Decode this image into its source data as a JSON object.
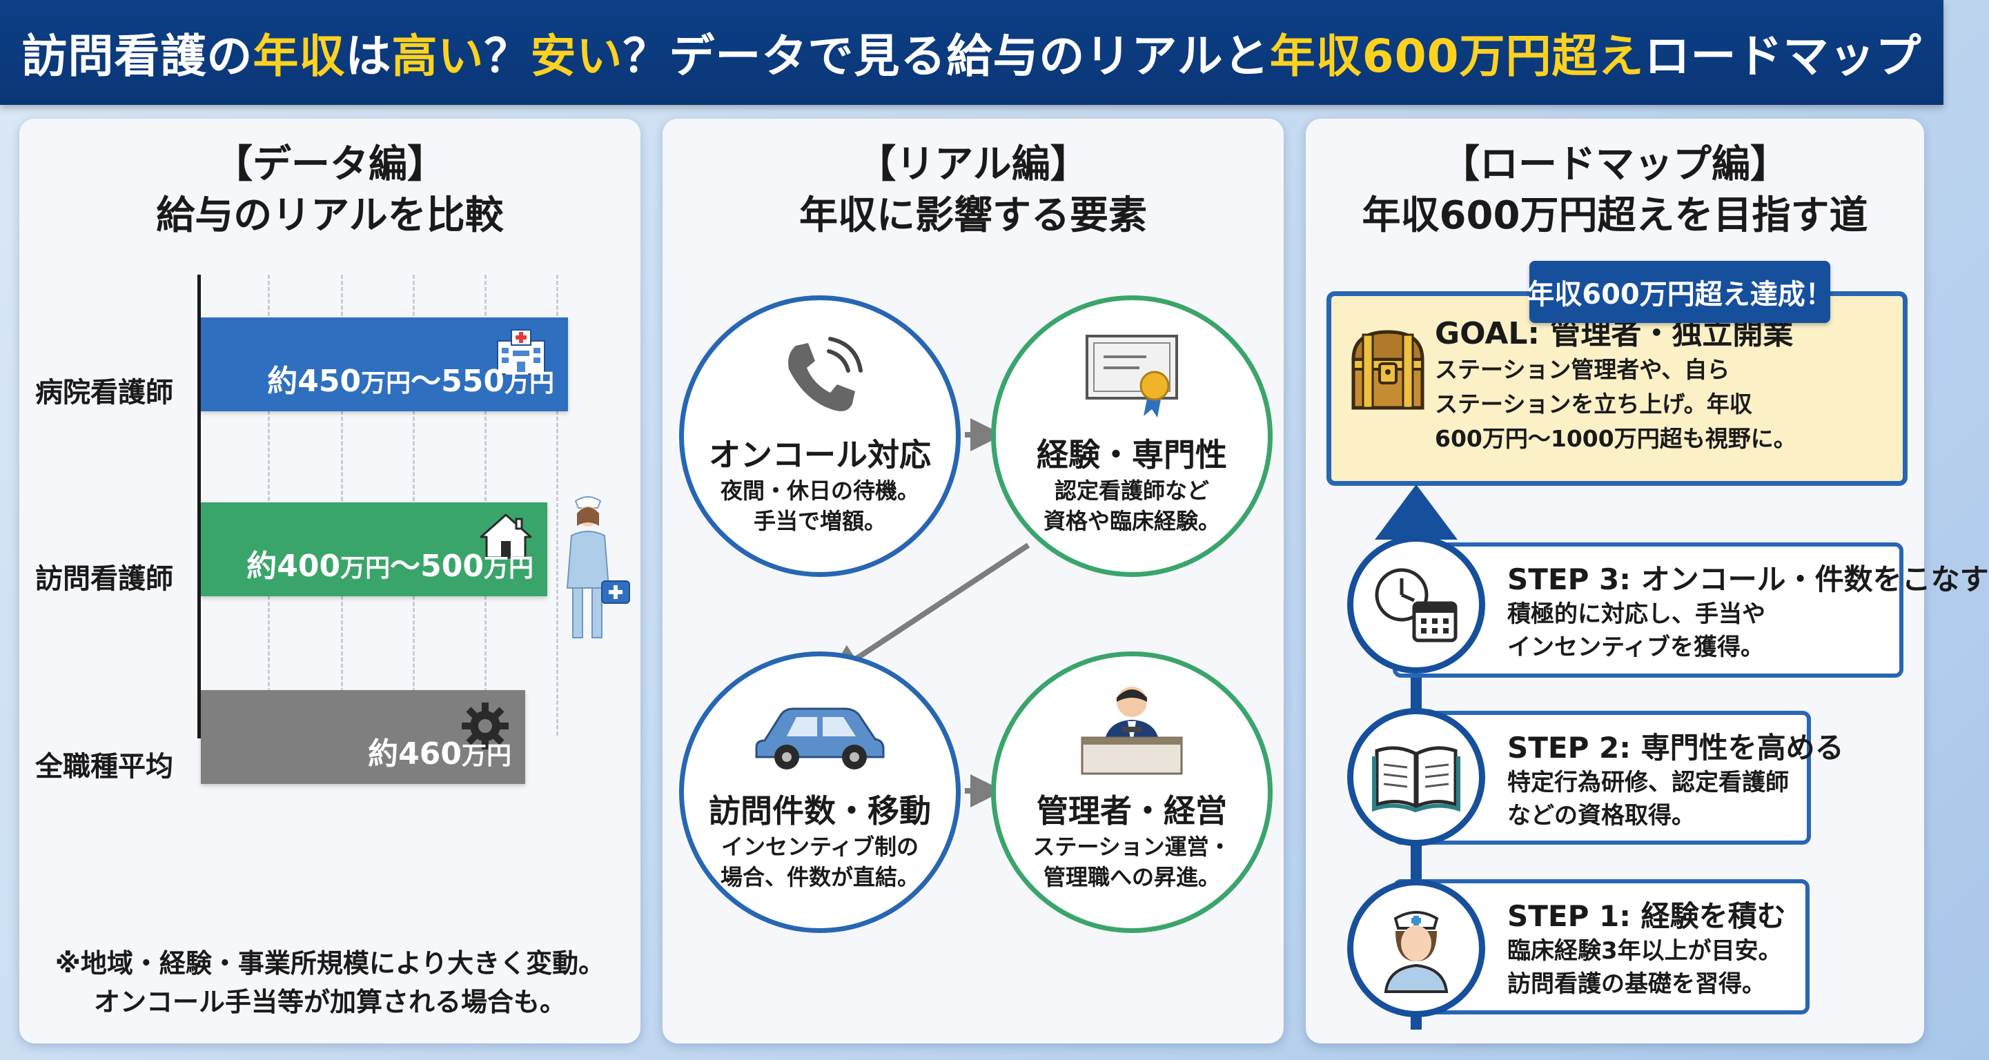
{
  "header": {
    "title_parts": [
      {
        "text": "訪問看護の",
        "hl": false
      },
      {
        "text": "年収",
        "hl": true
      },
      {
        "text": "は",
        "hl": false
      },
      {
        "text": "高い",
        "hl": true
      },
      {
        "text": "？",
        "hl": false
      },
      {
        "text": "安い",
        "hl": true
      },
      {
        "text": "？データで見る給与のリアルと",
        "hl": false
      },
      {
        "text": "年収600万円超え",
        "hl": true
      },
      {
        "text": "ロードマップ",
        "hl": false
      }
    ]
  },
  "colors": {
    "header_bg": "#0a3676",
    "highlight": "#ffd21f",
    "hospital_bar": "#2f6fc0",
    "visit_bar": "#3aa56a",
    "all_bar": "#7f7f7f",
    "circle_blue": "#2766b3",
    "circle_green": "#3aa56a",
    "goal_bg": "#fbf0c6",
    "road": "#164f9c"
  },
  "panel_data": {
    "title_line1": "【データ編】",
    "title_line2": "給与のリアルを比較",
    "footnote_line1": "※地域・経験・事業所規模により大きく変動。",
    "footnote_line2": "オンコール手当等が加算される場合も。"
  },
  "chart_data": {
    "type": "bar",
    "orientation": "horizontal",
    "categories": [
      "病院看護師",
      "訪問看護師",
      "全職種平均"
    ],
    "ranges_man_yen": [
      [
        450,
        550
      ],
      [
        400,
        500
      ],
      [
        460,
        460
      ]
    ],
    "labels": [
      {
        "prefix": "約",
        "a": "450",
        "unit_a": "万円",
        "sep": "〜",
        "b": "550",
        "unit_b": "万円"
      },
      {
        "prefix": "約",
        "a": "400",
        "unit_a": "万円",
        "sep": "〜",
        "b": "500",
        "unit_b": "万円"
      },
      {
        "prefix": "約",
        "a": "460",
        "unit_a": "万円",
        "sep": "",
        "b": "",
        "unit_b": ""
      }
    ],
    "icons": [
      "hospital-icon",
      "house-icon",
      "gear-icon"
    ],
    "colors": [
      "#2f6fc0",
      "#3aa56a",
      "#7f7f7f"
    ],
    "grid": true
  },
  "panel_real": {
    "title_line1": "【リアル編】",
    "title_line2": "年収に影響する要素",
    "factors": [
      {
        "title": "オンコール対応",
        "desc1": "夜間・休日の待機。",
        "desc2": "手当で増額。",
        "icon": "phone-icon"
      },
      {
        "title": "経験・専門性",
        "desc1": "認定看護師など",
        "desc2": "資格や臨床経験。",
        "icon": "certificate-icon"
      },
      {
        "title": "訪問件数・移動",
        "desc1": "インセンティブ制の",
        "desc2": "場合、件数が直結。",
        "icon": "car-icon"
      },
      {
        "title": "管理者・経営",
        "desc1": "ステーション運営・",
        "desc2": "管理職への昇進。",
        "icon": "manager-icon"
      }
    ]
  },
  "panel_roadmap": {
    "title_line1": "【ロードマップ編】",
    "title_line2": "年収600万円超えを目指す道",
    "banner": "年収600万円超え達成！",
    "goal": {
      "title": "GOAL: 管理者・独立開業",
      "desc1": "ステーション管理者や、自ら",
      "desc2": "ステーションを立ち上げ。年収",
      "desc3": "600万円〜1000万円超も視野に。",
      "icon": "treasure-chest-icon"
    },
    "steps": [
      {
        "title": "STEP 3: オンコール・件数をこなす",
        "desc1": "積極的に対応し、手当や",
        "desc2": "インセンティブを獲得。",
        "icon": "clock-calendar-icon"
      },
      {
        "title": "STEP 2: 専門性を高める",
        "desc1": "特定行為研修、認定看護師",
        "desc2": "などの資格取得。",
        "icon": "book-icon"
      },
      {
        "title": "STEP 1: 経験を積む",
        "desc1": "臨床経験3年以上が目安。",
        "desc2": "訪問看護の基礎を習得。",
        "icon": "nurse-icon"
      }
    ]
  }
}
